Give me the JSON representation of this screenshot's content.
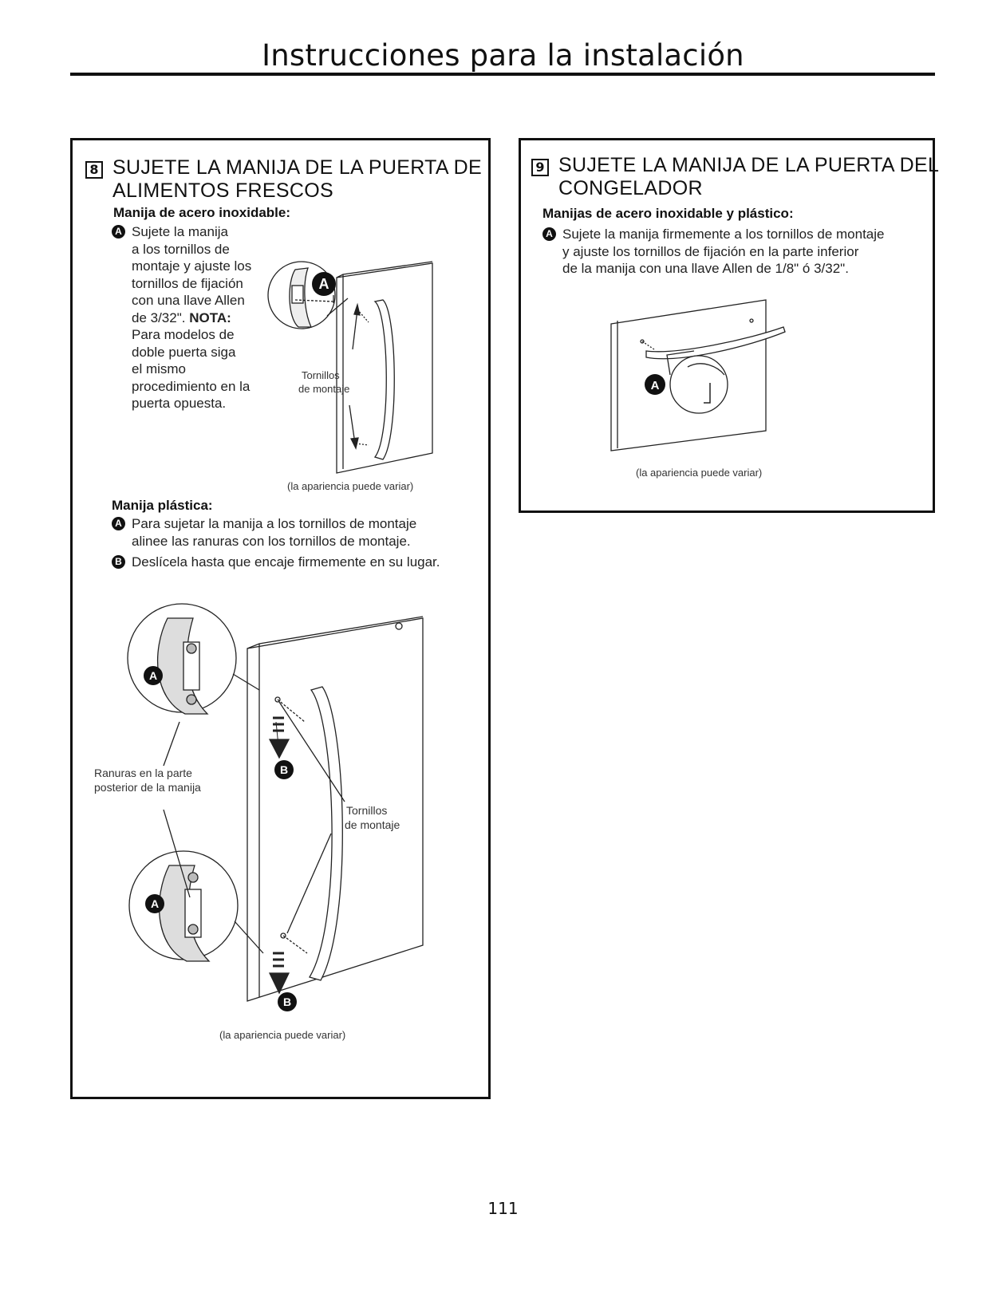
{
  "page_title": "Instrucciones para la instalación",
  "page_number": "111",
  "step8": {
    "number": "8",
    "title_line1": "SUJETE LA MANIJA DE LA PUERTA DE",
    "title_line2": "ALIMENTOS FRESCOS",
    "steel": {
      "subhead": "Manija de acero inoxidable:",
      "bullet": "A",
      "lines": [
        "Sujete la manija",
        "a los tornillos de",
        "montaje y ajuste los",
        "tornillos de fijación",
        "con una llave Allen"
      ],
      "line6_prefix": "de 3/32\". ",
      "line6_bold": "NOTA:",
      "lines_after": [
        "Para modelos de",
        "doble puerta siga",
        "el mismo",
        "procedimiento en la",
        "puerta opuesta."
      ],
      "screws_label_line1": "Tornillos",
      "screws_label_line2": "de montaje",
      "callout": "A",
      "caption": "(la apariencia puede variar)"
    },
    "plastic": {
      "subhead": "Manija plástica:",
      "bullet_a": "A",
      "text_a_line1": "Para sujetar la manija a los tornillos de montaje",
      "text_a_line2": "alinee las ranuras con los tornillos de montaje.",
      "bullet_b": "B",
      "text_b": "Deslícela hasta que encaje firmemente en su lugar.",
      "slots_label_line1": "Ranuras en la parte",
      "slots_label_line2": "posterior de la manija",
      "screws_label_line1": "Tornillos",
      "screws_label_line2": "de montaje",
      "callout_a": "A",
      "callout_b": "B",
      "caption": "(la apariencia puede variar)"
    }
  },
  "step9": {
    "number": "9",
    "title_line1": "SUJETE LA MANIJA DE LA PUERTA DEL",
    "title_line2": "CONGELADOR",
    "subhead": "Manijas de acero inoxidable y plástico:",
    "bullet": "A",
    "text_line1": "Sujete la manija firmemente a los tornillos de montaje",
    "text_line2": "y ajuste los tornillos de fijación en la parte inferior",
    "text_line3": "de la manija con una llave Allen de 1/8\" ó 3/32\".",
    "callout": "A",
    "caption": "(la apariencia puede variar)"
  }
}
